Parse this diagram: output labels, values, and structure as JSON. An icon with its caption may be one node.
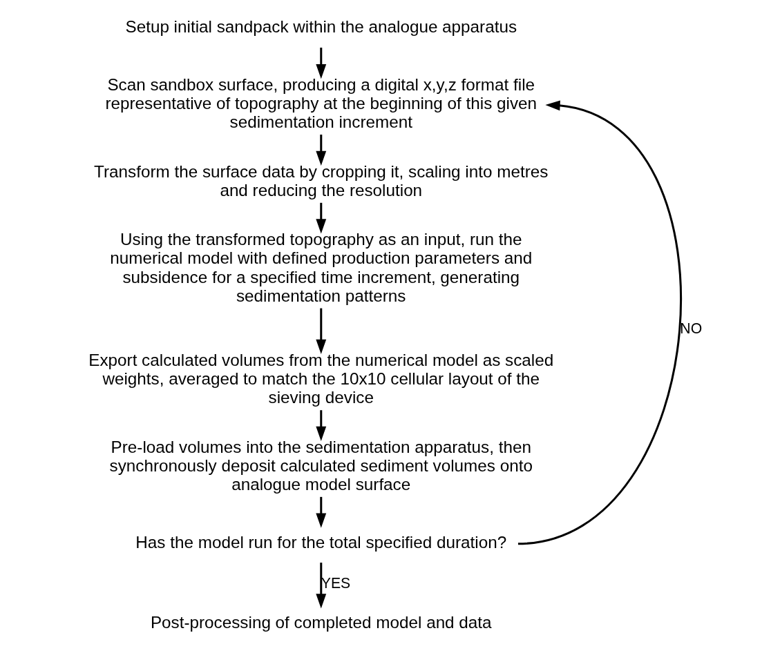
{
  "diagram": {
    "nodes": [
      {
        "text": [
          "Setup initial sandpack within the analogue apparatus"
        ]
      },
      {
        "text": [
          "Scan sandbox surface, producing a digital x,y,z format file representative of topography at the beginning of this given sedimentation increment"
        ]
      },
      {
        "text": [
          "Transform the surface data by cropping it, scaling into metres and reducing the resolution"
        ]
      },
      {
        "text": [
          "Using the transformed topography as an input, run the numerical model with defined production parameters and subsidence for a specified time increment, generating sedimentation patterns"
        ]
      },
      {
        "text": [
          "Export calculated volumes from the numerical model as scaled weights, averaged to match the 10x10 cellular layout of the sieving device"
        ]
      },
      {
        "text": [
          "Pre-load volumes into the sedimentation apparatus, then synchronously deposit calculated sediment volumes onto analogue model surface"
        ]
      },
      {
        "text": [
          "Has the model run for the total specified duration?"
        ]
      },
      {
        "text": [
          "Post-processing of completed model and data"
        ]
      }
    ],
    "edges": [
      {
        "from": 0,
        "to": 1,
        "arrow": "to"
      },
      {
        "from": 1,
        "to": 2,
        "arrow": "to"
      },
      {
        "from": 2,
        "to": 3,
        "arrow": "to"
      },
      {
        "from": 3,
        "to": 4,
        "arrow": "to"
      },
      {
        "from": 4,
        "to": 5,
        "arrow": "to"
      },
      {
        "from": 5,
        "to": 6,
        "arrow": "to"
      },
      {
        "from": 6,
        "to": 1,
        "arrow": "to",
        "label": "NO"
      },
      {
        "from": 6,
        "to": 7,
        "arrow": "to",
        "label": "YES"
      }
    ]
  }
}
